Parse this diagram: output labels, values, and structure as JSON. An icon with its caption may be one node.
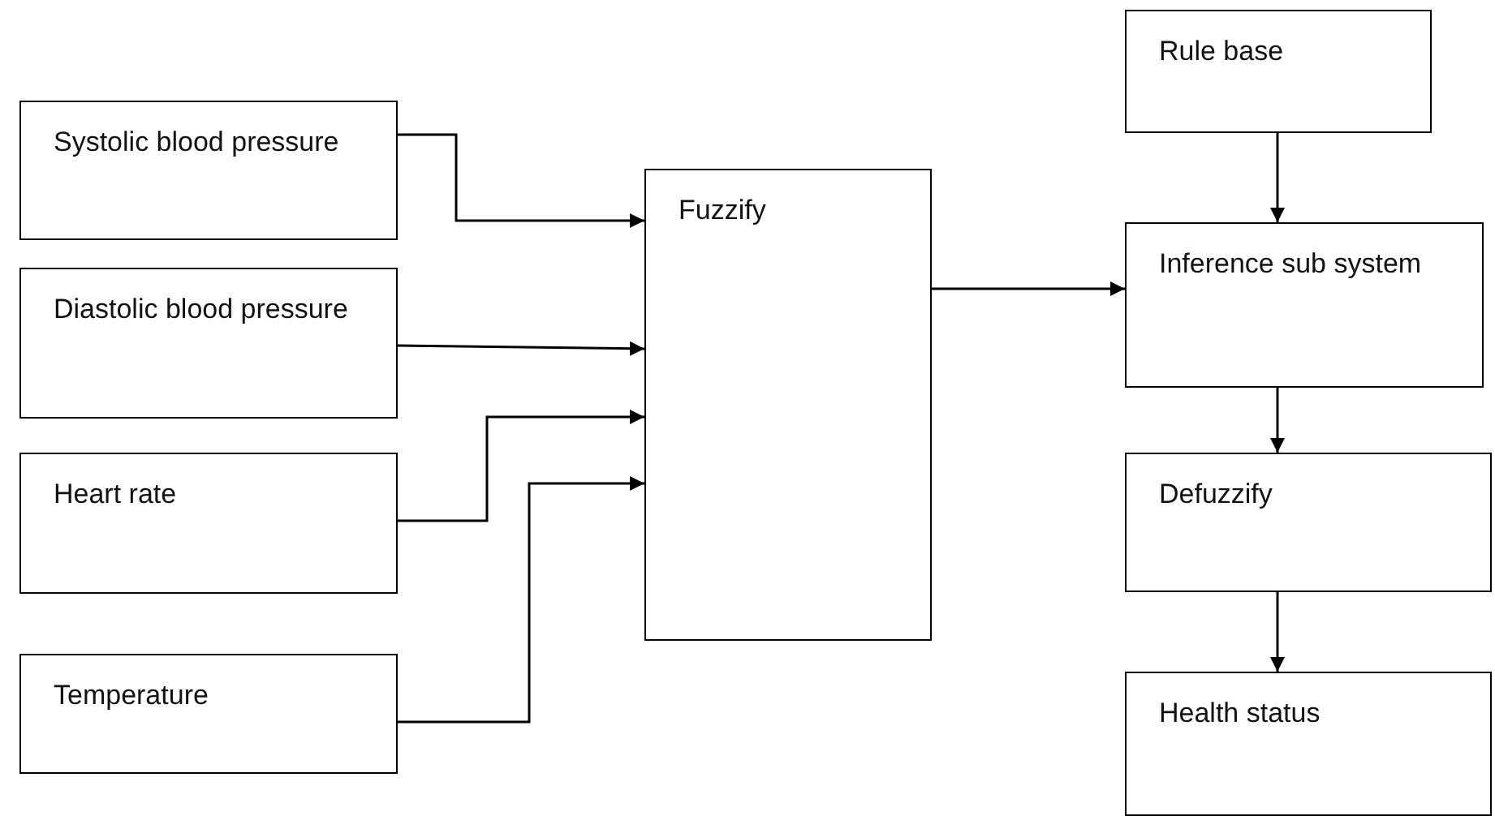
{
  "diagram": {
    "nodes": [
      {
        "text": [
          "Systolic blood pressure"
        ]
      },
      {
        "text": [
          "Diastolic blood pressure"
        ]
      },
      {
        "text": [
          "Heart rate"
        ]
      },
      {
        "text": [
          "Temperature"
        ]
      },
      {
        "text": [
          "Fuzzify"
        ]
      },
      {
        "text": [
          "Rule base"
        ]
      },
      {
        "text": [
          "Inference sub system"
        ]
      },
      {
        "text": [
          "Defuzzify"
        ]
      },
      {
        "text": [
          "Health status"
        ]
      }
    ],
    "edges": [
      {
        "from": 0,
        "to": 4,
        "arrow": "to"
      },
      {
        "from": 1,
        "to": 4,
        "arrow": "to"
      },
      {
        "from": 2,
        "to": 4,
        "arrow": "to"
      },
      {
        "from": 3,
        "to": 4,
        "arrow": "to"
      },
      {
        "from": 4,
        "to": 6,
        "arrow": "to"
      },
      {
        "from": 5,
        "to": 6,
        "arrow": "to"
      },
      {
        "from": 6,
        "to": 7,
        "arrow": "to"
      },
      {
        "from": 7,
        "to": 8,
        "arrow": "to"
      }
    ]
  }
}
